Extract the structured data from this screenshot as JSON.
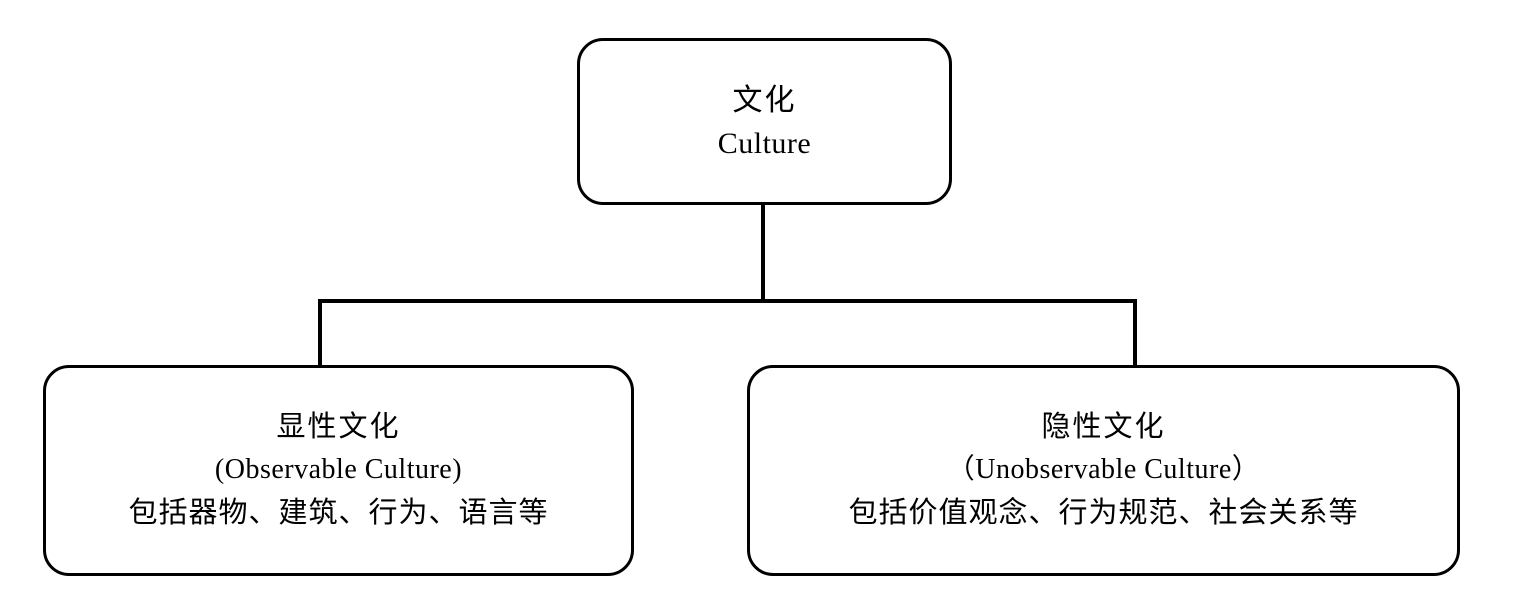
{
  "diagram": {
    "type": "hierarchy-tree",
    "orientation": "top-down",
    "background_color": "#ffffff",
    "line_color": "#000000",
    "root": {
      "id": "culture",
      "cjk_label": "文化",
      "latin_label": "Culture"
    },
    "children": [
      {
        "id": "observable-culture",
        "cjk_label": "显性文化",
        "latin_label": "(Observable Culture)",
        "detail_label": "包括器物、建筑、行为、语言等"
      },
      {
        "id": "unobservable-culture",
        "cjk_label": "隐性文化",
        "latin_label": "（Unobservable Culture）",
        "detail_label": "包括价值观念、行为规范、社会关系等"
      }
    ]
  }
}
